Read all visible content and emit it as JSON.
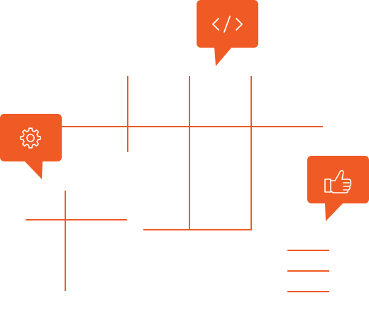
{
  "theme": {
    "accent": "#f05a24",
    "icon": "#ffffff",
    "background": "#ffffff"
  },
  "bubbles": [
    {
      "name": "code-bubble",
      "icon": "code-icon"
    },
    {
      "name": "settings-bubble",
      "icon": "gear-icon"
    },
    {
      "name": "feedback-bubble",
      "icon": "thumbs-up-icon"
    }
  ]
}
